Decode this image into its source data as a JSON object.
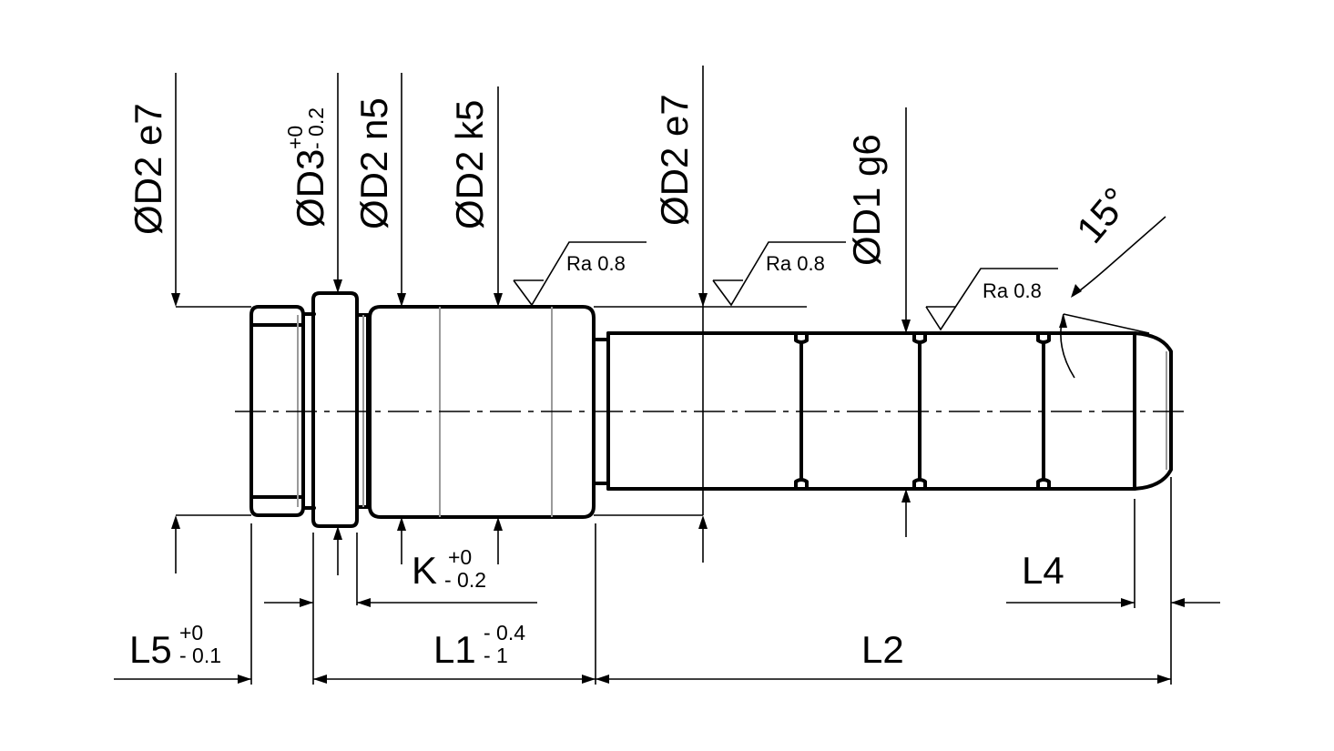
{
  "diagram": {
    "dims": {
      "d2_e7_left": {
        "main": "ØD2 e7"
      },
      "d3": {
        "main": "ØD3",
        "upper": "+0",
        "lower": "- 0.2"
      },
      "d2_n5": {
        "main": "ØD2 n5"
      },
      "d2_k5": {
        "main": "ØD2 k5"
      },
      "d2_e7_right": {
        "main": "ØD2 e7"
      },
      "d1_g6": {
        "main": "ØD1 g6"
      },
      "k": {
        "main": "K",
        "upper": "+0",
        "lower": "- 0.2"
      },
      "l5": {
        "main": "L5",
        "upper": "+0",
        "lower": "- 0.1"
      },
      "l1": {
        "main": "L1",
        "upper": "- 0.4",
        "lower": "- 1"
      },
      "l2": {
        "main": "L2"
      },
      "l4": {
        "main": "L4"
      },
      "angle": {
        "main": "15°"
      }
    },
    "roughness": [
      {
        "label": "Ra 0.8"
      },
      {
        "label": "Ra 0.8"
      },
      {
        "label": "Ra 0.8"
      }
    ]
  }
}
